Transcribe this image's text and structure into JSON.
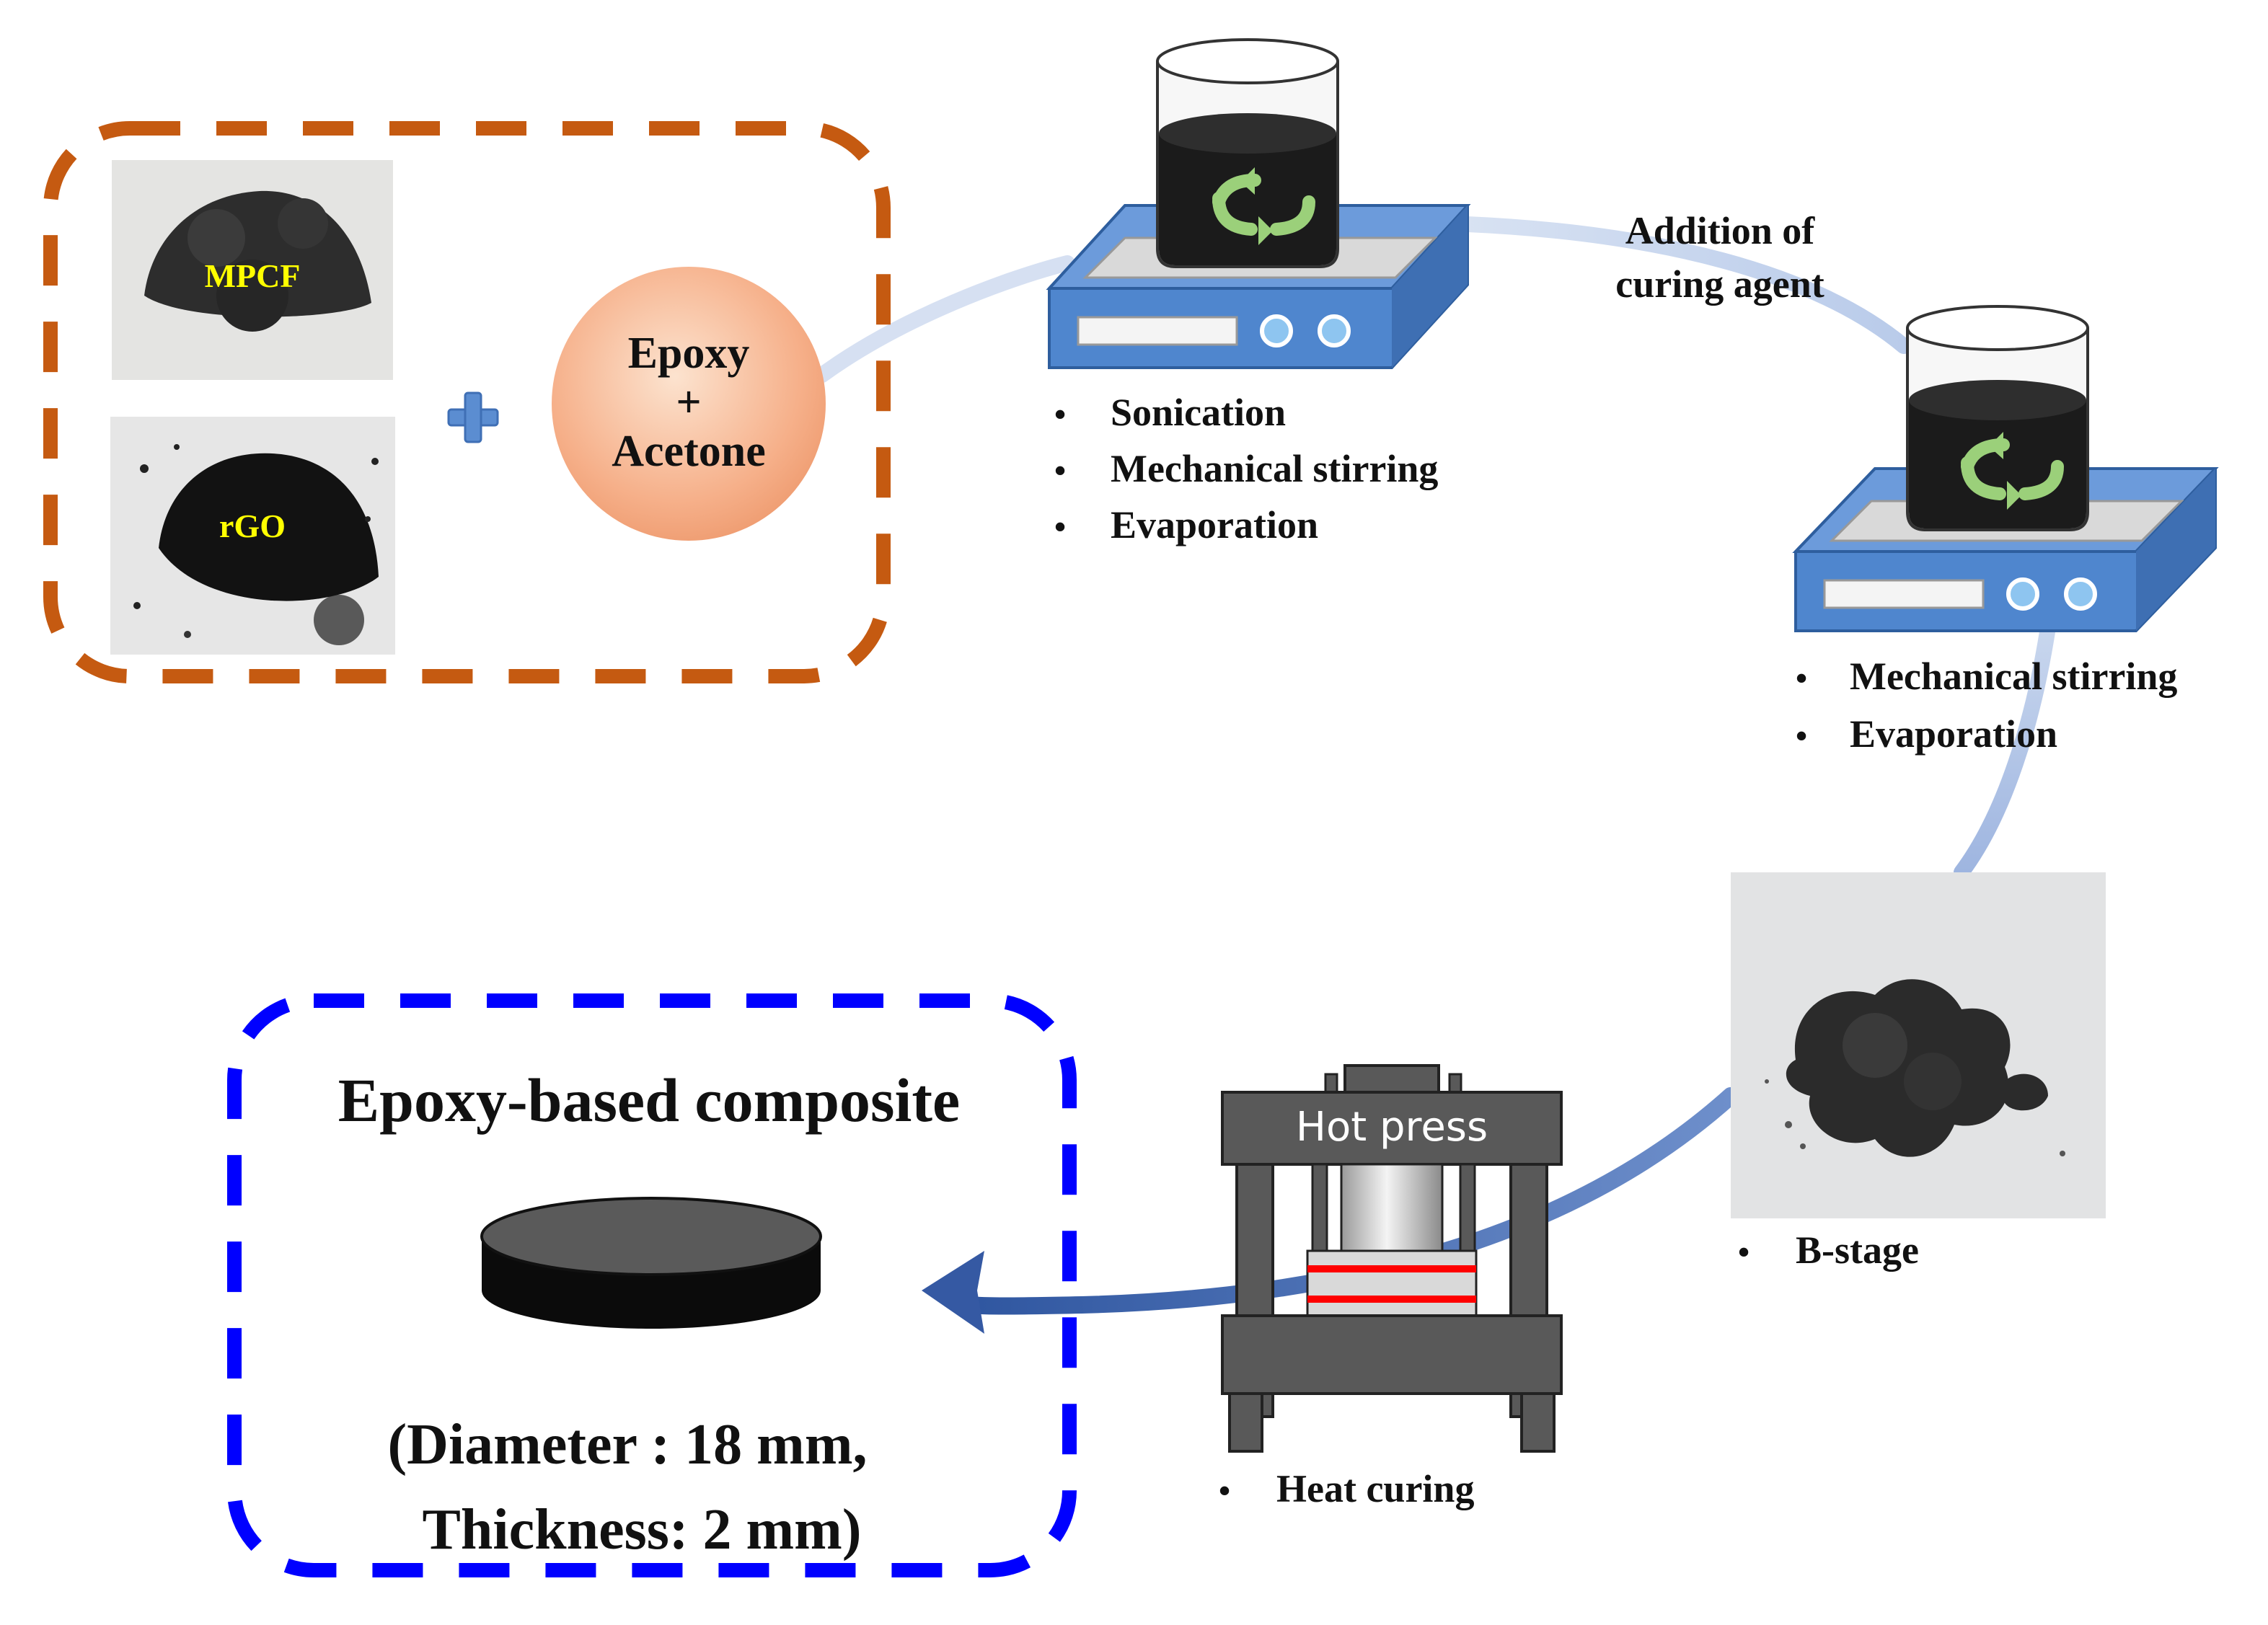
{
  "materials": {
    "mpcf_label": "MPCF",
    "rgo_label": "rGO",
    "plus_sign": "+",
    "epoxy": "Epoxy",
    "epoxy_plus": "+",
    "acetone": "Acetone"
  },
  "step1": {
    "bullets": [
      "Sonication",
      "Mechanical stirring",
      "Evaporation"
    ]
  },
  "transition": {
    "line1": "Addition of",
    "line2": "curing agent"
  },
  "step2": {
    "bullets": [
      "Mechanical stirring",
      "Evaporation"
    ]
  },
  "bstage": {
    "bullet": "B-stage"
  },
  "hotpress": {
    "title": "Hot press",
    "bullet": "Heat curing"
  },
  "result": {
    "title": "Epoxy-based composite",
    "spec_line1": "(Diameter : 18 mm,",
    "spec_line2": "Thickness:  2 mm)"
  },
  "bullet_char": "•",
  "colors": {
    "orange_border": "#C55A11",
    "blue_border": "#0000FF",
    "yellow_label": "#FFFF00",
    "flow_light": "#C9D7EE",
    "flow_dark": "#3D62A8",
    "stirrer": "#5B8DD1",
    "press_gray": "#595959",
    "heat_red": "#FF0000"
  }
}
